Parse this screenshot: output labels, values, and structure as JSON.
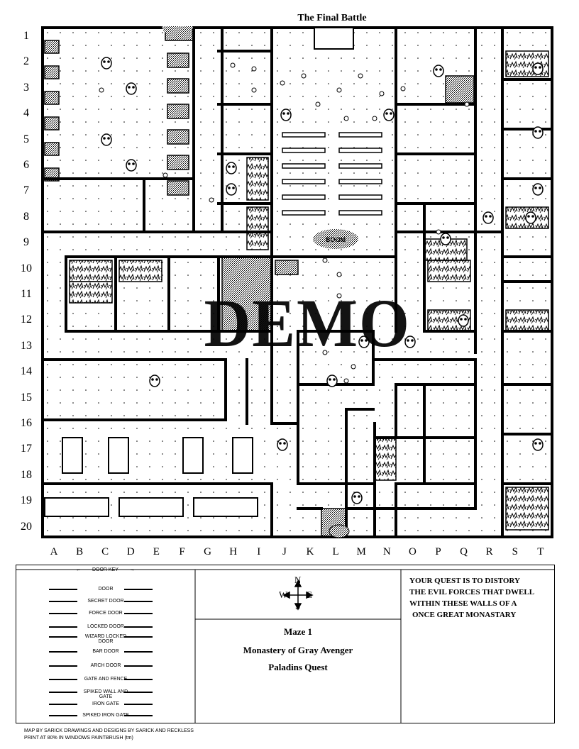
{
  "map_title": "The Final Battle",
  "row_labels": [
    "1",
    "2",
    "3",
    "4",
    "5",
    "6",
    "7",
    "8",
    "9",
    "10",
    "11",
    "12",
    "13",
    "14",
    "15",
    "16",
    "17",
    "18",
    "19",
    "20"
  ],
  "column_labels": [
    "A",
    "B",
    "C",
    "D",
    "E",
    "F",
    "G",
    "H",
    "I",
    "J",
    "K",
    "L",
    "M",
    "N",
    "O",
    "P",
    "Q",
    "R",
    "S",
    "T"
  ],
  "watermark": "DEMO",
  "map_labels": {
    "boom": "BOOM"
  },
  "legend": {
    "title": "DOOR KEY",
    "items": [
      "DOOR",
      "SECRET DOOR",
      "FORCE DOOR",
      "LOCKED DOOR",
      "WIZARD LOCKED DOOR",
      "BAR DOOR",
      "ARCH DOOR",
      "GATE AND FENCE",
      "SPIKED WALL AND GATE",
      "IRON GATE",
      "SPIKED IRON GATE"
    ]
  },
  "compass": {
    "n": "N",
    "s": "S",
    "e": "E",
    "w": "W"
  },
  "maze": {
    "line1": "Maze 1",
    "line2": "Monastery of Gray Avenger",
    "line3": "Paladins Quest"
  },
  "quest_lines": [
    "YOUR QUEST IS TO DISTORY",
    "THE EVIL FORCES THAT DWELL",
    "WITHIN THESE WALLS OF A",
    "ONCE GREAT MONASTARY"
  ],
  "credits": [
    "MAP BY SARICK DRAWINGS AND DESIGNS BY SARICK AND RECKLESS",
    "PRINT AT 80% IN WINDOWS PAINTBRUSH (tm)"
  ],
  "colors": {
    "ink": "#000000",
    "paper": "#ffffff",
    "dither": "#9a9a9a"
  }
}
